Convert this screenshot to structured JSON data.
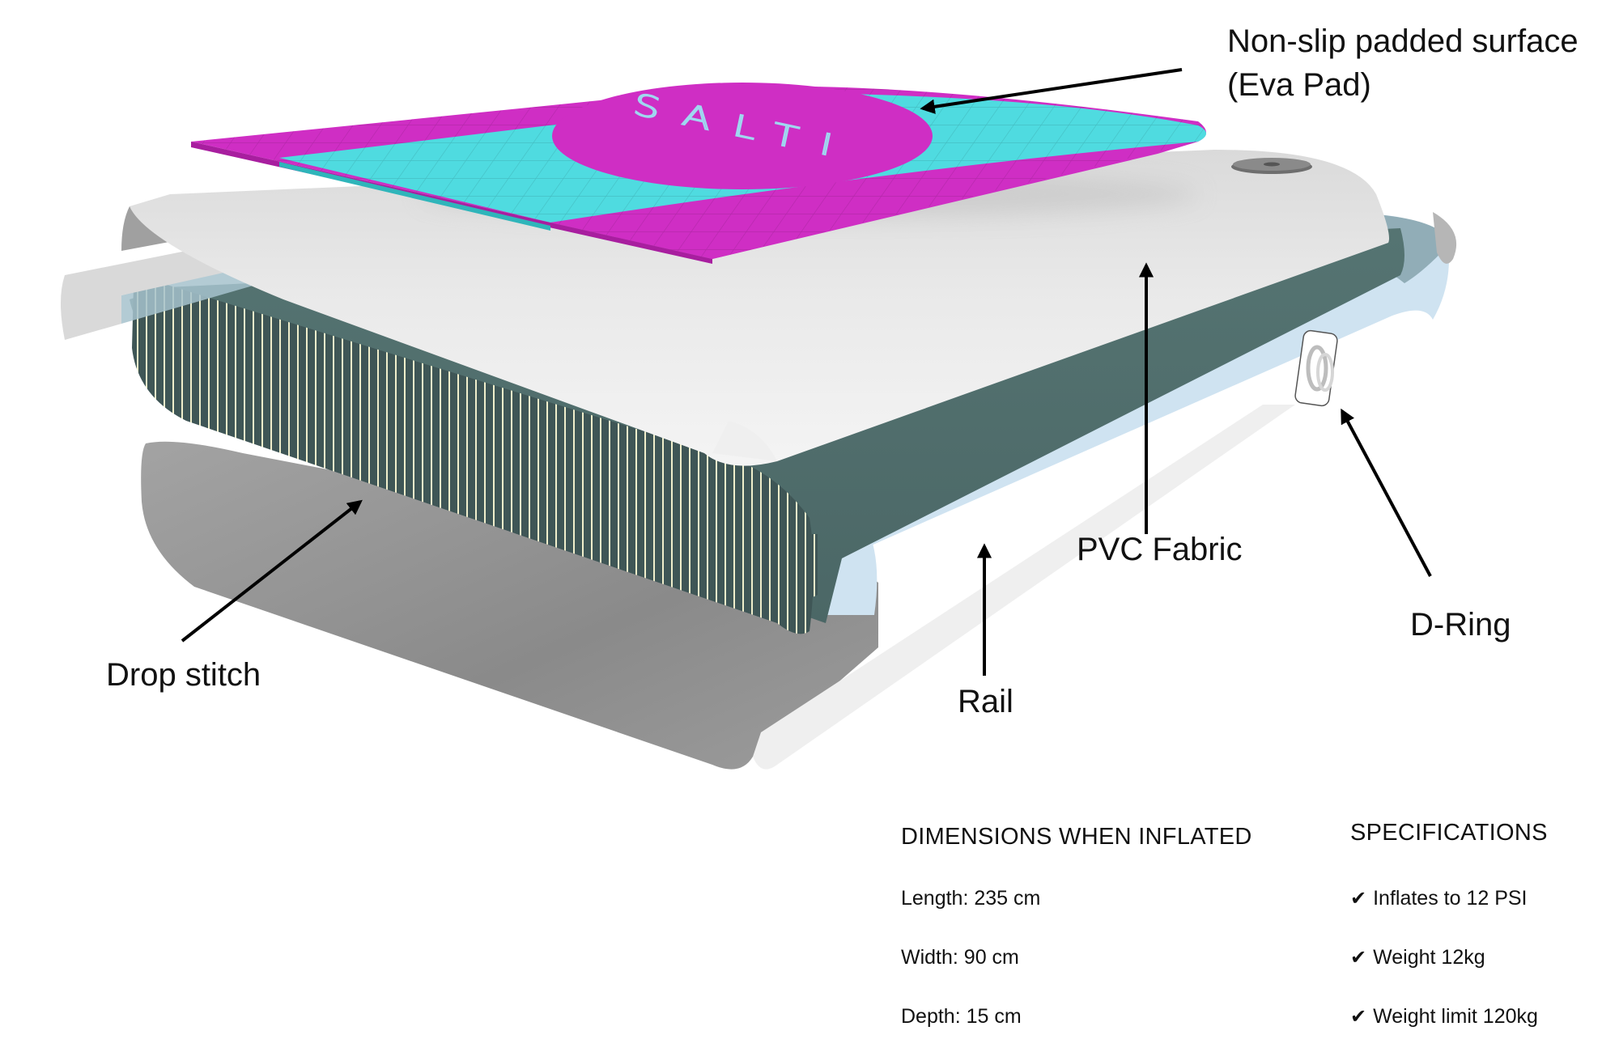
{
  "diagram": {
    "subject": "Inflatable paddle board layer construction",
    "brand_logo": "SALTI",
    "colors": {
      "pad_magenta": "#cf2ec4",
      "pad_cyan": "#4fdbe0",
      "pvc_white": "#f2f2f2",
      "core_teal": "#4e6b6a",
      "stitch_cream": "#efeecb",
      "rail_blue": "#cfe3f1",
      "bottom_grey": "#8f8f8f"
    }
  },
  "callouts": {
    "eva_pad": {
      "line1": "Non-slip padded surface",
      "line2": "(Eva Pad)"
    },
    "pvc_fabric": "PVC Fabric",
    "d_ring": "D-Ring",
    "rail": "Rail",
    "drop_stitch": "Drop stitch"
  },
  "dimensions": {
    "heading": "DIMENSIONS WHEN INFLATED",
    "items": [
      {
        "text": "Length: 235 cm"
      },
      {
        "text": "Width: 90 cm"
      },
      {
        "text": "Depth: 15 cm"
      }
    ]
  },
  "specifications": {
    "heading": "SPECIFICATIONS",
    "check_icon": "✔",
    "items": [
      {
        "text": "Inflates to 12 PSI"
      },
      {
        "text": "Weight 12kg"
      },
      {
        "text": "Weight limit 120kg"
      }
    ]
  }
}
